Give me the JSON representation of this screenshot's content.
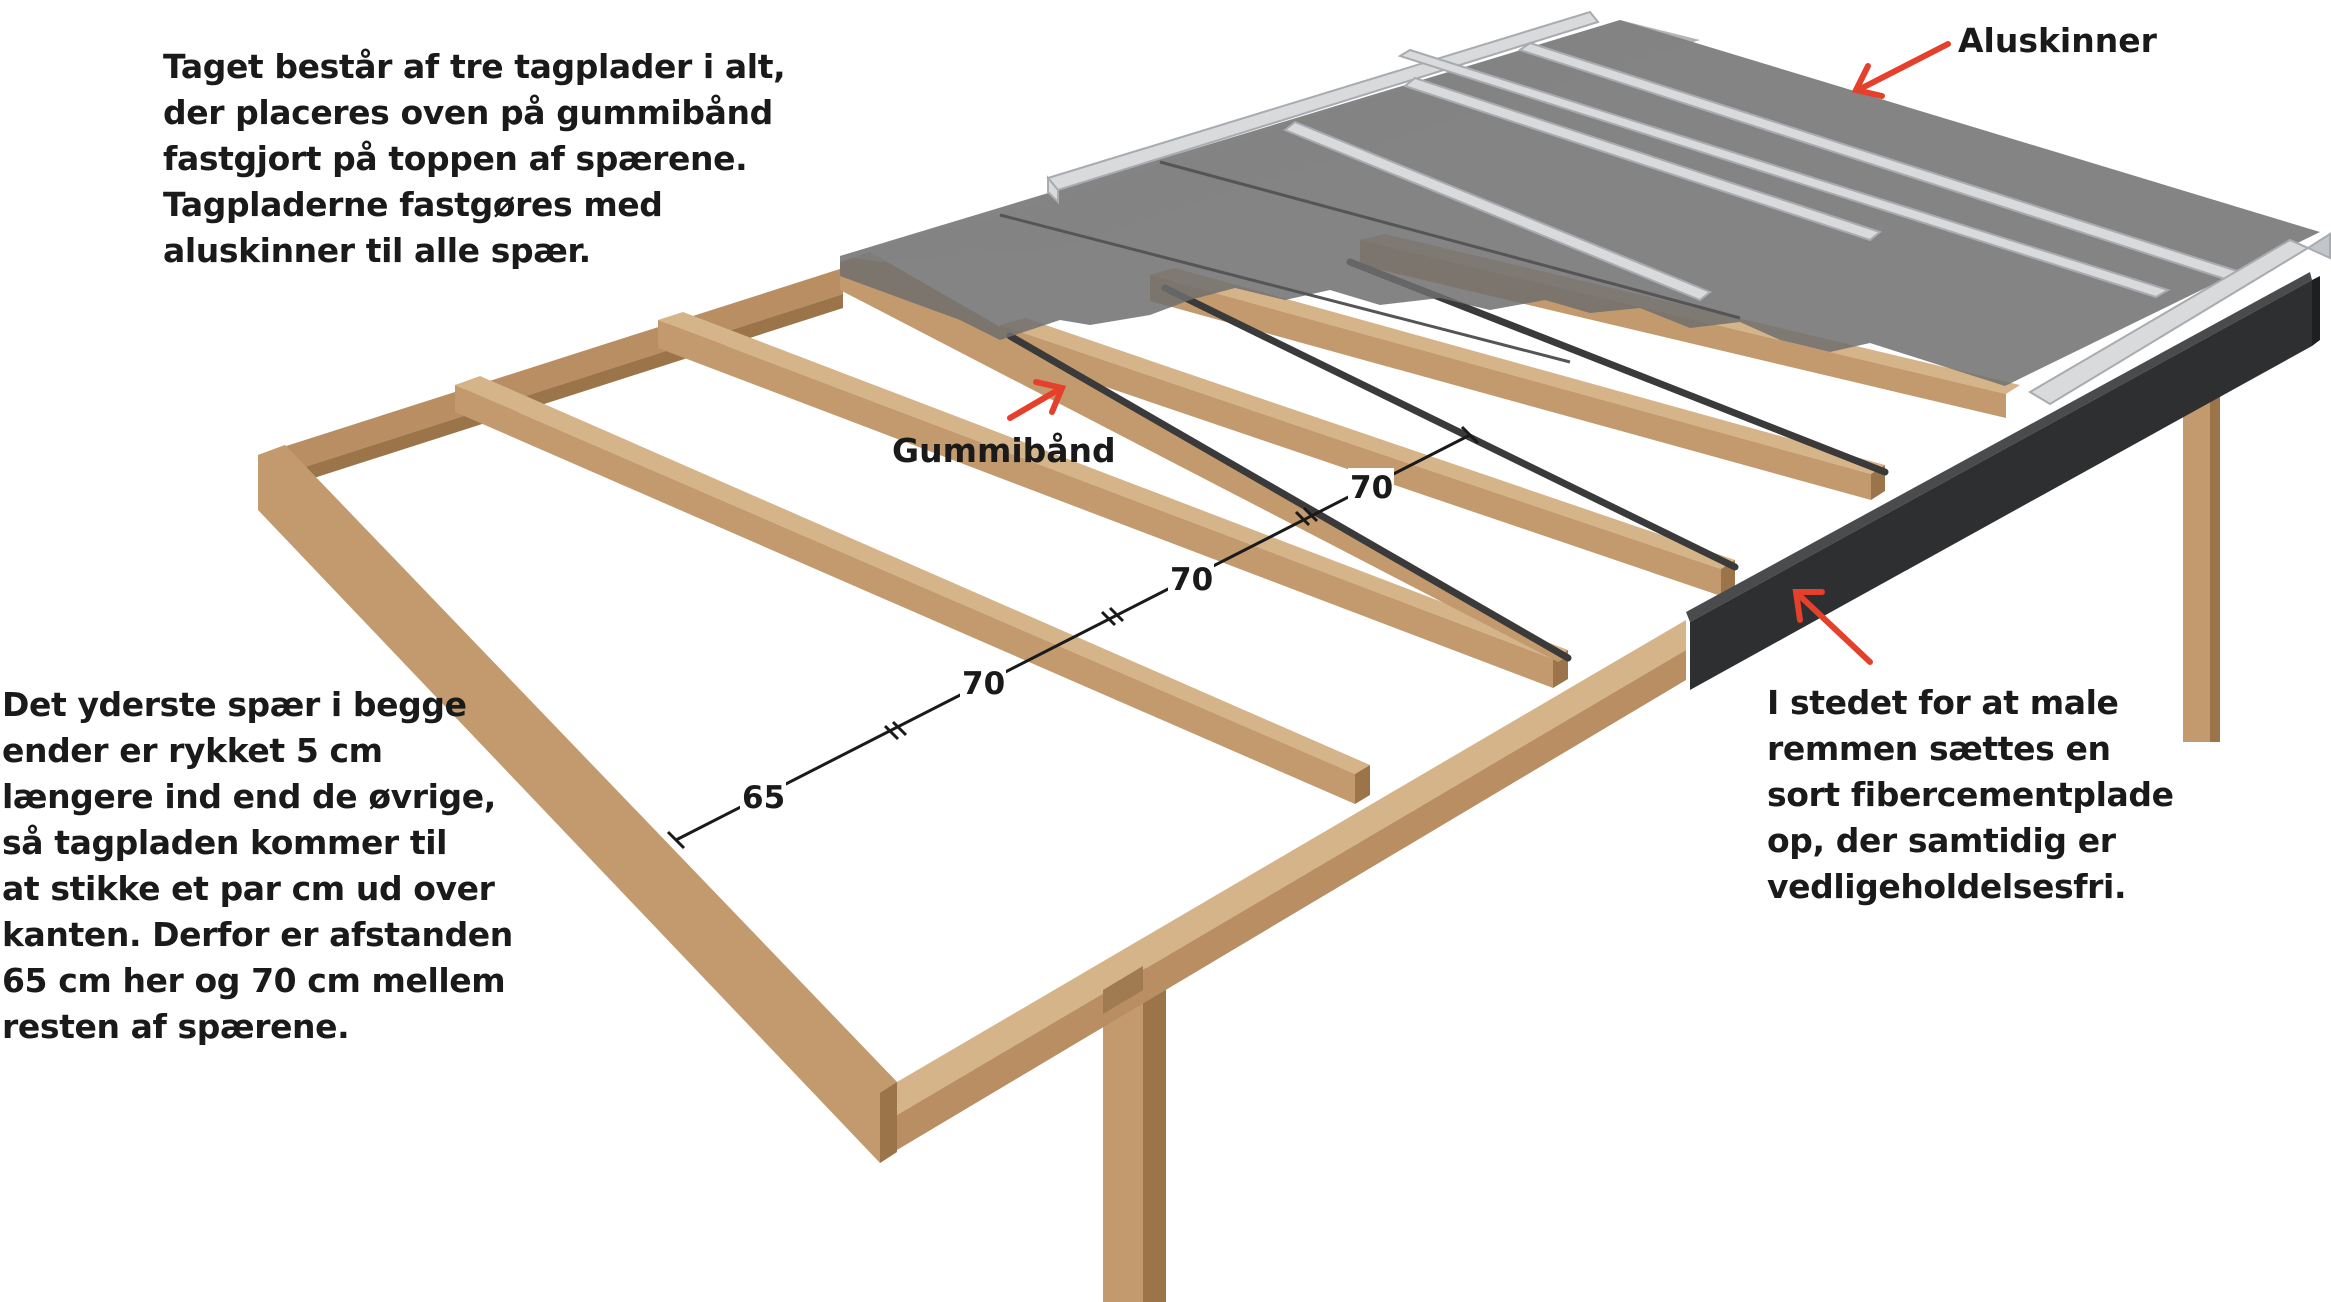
{
  "callouts": {
    "top": "Taget består af tre tagplader i alt,\nder placeres oven på gummibånd\nfastgjort på toppen af spærene.\nTagpladerne fastgøres med\naluskinner til alle spær.",
    "left": "Det yderste spær i begge\nender er rykket 5 cm\nlængere ind end de øvrige,\nså tagpladen kommer til\nat stikke et par cm ud over\nkanten. Derfor er afstanden\n65 cm her og 70 cm mellem\nresten af spærene.",
    "right": "I stedet for at male\nremmen sættes en\nsort fibercementplade\nop, der samtidig er\nvedligeholdelsesfri."
  },
  "labels": {
    "aluskinner": "Aluskinner",
    "gummibaand": "Gummibånd"
  },
  "dimensions": [
    "65",
    "70",
    "70",
    "70"
  ],
  "colors": {
    "wood_face": "#c8a57c",
    "wood_side": "#a07a50",
    "wood_edge": "#7a5a3a",
    "roof_panel": "#6e6e6e",
    "rubber_band": "#3a3a3a",
    "alu_rail": "#d8dadc",
    "fiber_cement": "#2e2f31",
    "arrow": "#e5402b",
    "text": "#1a1a1a"
  }
}
